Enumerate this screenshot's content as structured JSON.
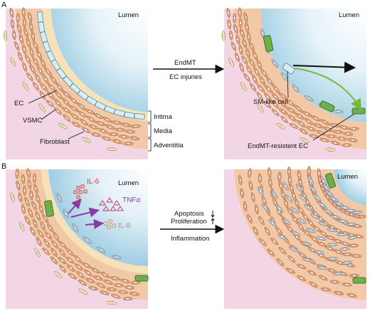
{
  "panel_a": {
    "letter": "A",
    "left_lumen": "Lumen",
    "right_lumen": "Lumen",
    "arrow_top": "EndMT",
    "arrow_bottom": "EC injuries",
    "labels": {
      "ec": "EC",
      "vsmc": "VSMC",
      "fibroblast": "Fibroblast",
      "intima": "Intima",
      "media": "Media",
      "adventitia": "Adventitia",
      "sm_like": "SM-like cell",
      "endmt_resistent": "EndMT-resistent EC"
    }
  },
  "panel_b": {
    "letter": "B",
    "left_lumen": "Lumen",
    "right_lumen": "Lumen",
    "cytokines": {
      "il6": "IL-6",
      "tnf": "TNFα",
      "il8": "IL-8"
    },
    "arrow_label_1": "Apoptosis",
    "arrow_label_2": "Proliferation",
    "arrow_label_3": "Inflammation"
  },
  "colors": {
    "lumen": "#cfe8f2",
    "adventitia": "#f3d6e6",
    "media_cell": "#e8a06c",
    "ec_cell": "#d6eef5",
    "fibroblast": "#f4eaa0",
    "sm_like": "#a8c8e0",
    "resistent_ec": "#6cb04a",
    "cytokine_red": "#e23a2a",
    "cytokine_purple": "#8a3aa0",
    "arrow_green": "#7ab838"
  }
}
